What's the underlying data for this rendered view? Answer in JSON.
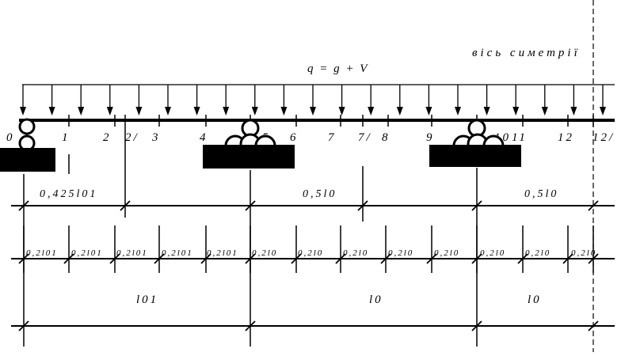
{
  "load": {
    "label": "q = g + V"
  },
  "symmetry_axis": {
    "label": "вісь симетрії"
  },
  "node_labels": [
    "0",
    "1",
    "2",
    "2/",
    "3",
    "4",
    "5",
    "6",
    "7",
    "7/",
    "8",
    "9",
    "10",
    "11",
    "12",
    "12/"
  ],
  "dimensions": {
    "row1": [
      "0,425l01",
      "0,5l0",
      "0,5l0"
    ],
    "row2": [
      "0,2l01",
      "0,2l01",
      "0,2l01",
      "0,2l01",
      "0,2l01",
      "0,2l0",
      "0,2l0",
      "0,2l0",
      "0,2l0",
      "0,2l0",
      "0,2l0",
      "0,2l0",
      "0,2l0"
    ],
    "row3": [
      "l01",
      "l0",
      "l0"
    ]
  }
}
